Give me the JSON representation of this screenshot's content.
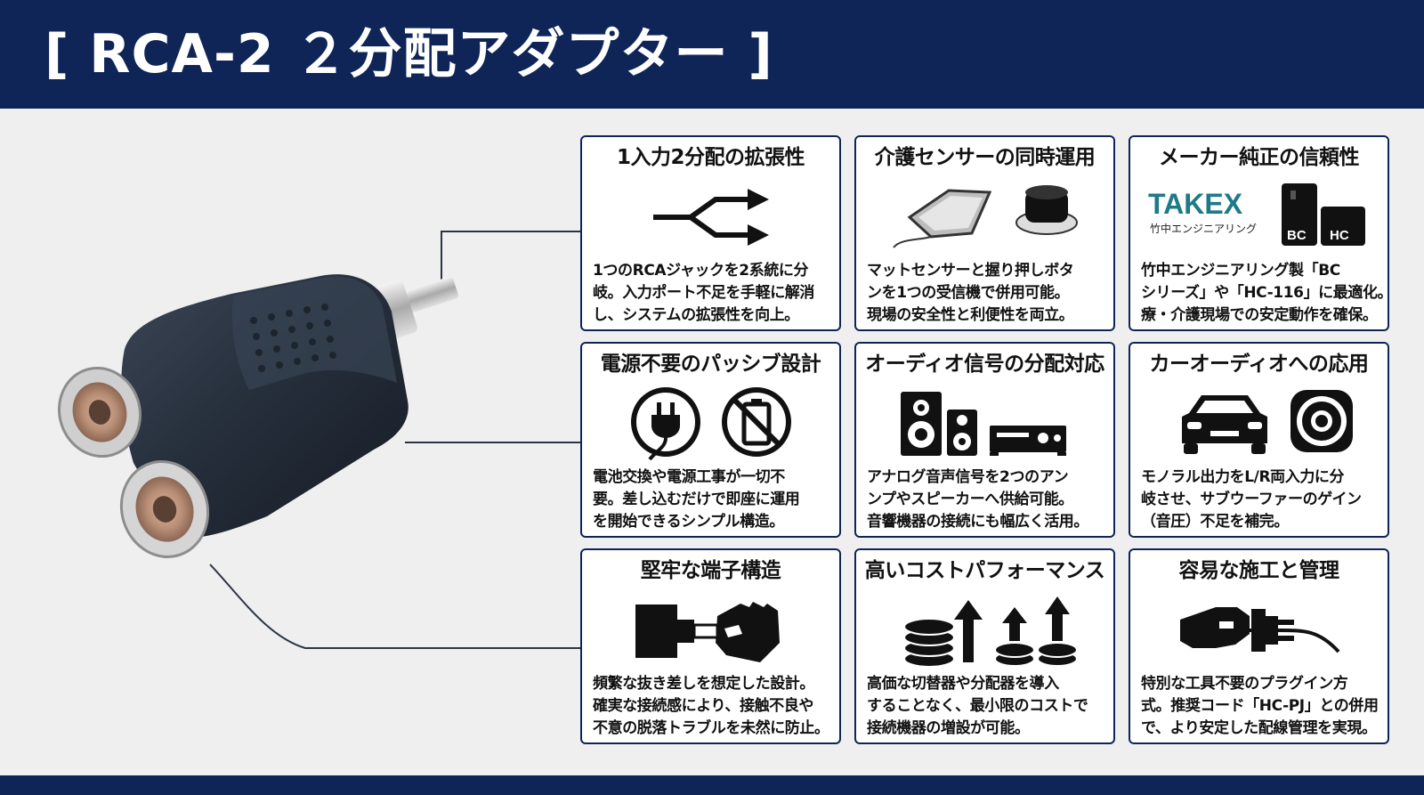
{
  "title": "[ RCA-2 ２分配アダプター ]",
  "features": [
    {
      "title": "1入力2分配の拡張性",
      "icon": "split-arrow-icon",
      "desc": [
        "1つのRCAジャックを2系統に分",
        "岐。入力ポート不足を手軽に解消",
        "し、システムの拡張性を向上。"
      ]
    },
    {
      "title": "介護センサーの同時運用",
      "icon": "mat-sensor-icon",
      "desc": [
        "マットセンサーと握り押しボタ",
        "ンを1つの受信機で併用可能。",
        "現場の安全性と利便性を両立。"
      ]
    },
    {
      "title": "メーカー純正の信頼性",
      "icon": "takex-logo",
      "logo_text": "TAKEX",
      "logo_sub": "竹中エンジニアリング",
      "badge_left": "BC",
      "badge_right": "HC",
      "desc": [
        "竹中エンジニアリング製「BC",
        "シリーズ」や「HC-116」に最適化。",
        "療・介護現場での安定動作を確保。"
      ]
    },
    {
      "title": "電源不要のパッシブ設計",
      "icon": "no-power-icon",
      "desc": [
        "電池交換や電源工事が一切不",
        "要。差し込むだけで即座に運用",
        "を開始できるシンプル構造。"
      ]
    },
    {
      "title": "オーディオ信号の分配対応",
      "icon": "audio-speaker-icon",
      "desc": [
        "アナログ音声信号を2つのアン",
        "ンプやスピーカーへ供給可能。",
        "音響機器の接続にも幅広く活用。"
      ]
    },
    {
      "title": "カーオーディオへの応用",
      "icon": "car-audio-icon",
      "desc": [
        "モノラル出力をL/R両入力に分",
        "岐させ、サブウーファーのゲイン",
        "（音圧）不足を補完。"
      ]
    },
    {
      "title": "堅牢な端子構造",
      "icon": "robust-plug-icon",
      "desc": [
        "頻繁な抜き差しを想定した設計。",
        "確実な接続感により、接触不良や",
        "不意の脱落トラブルを未然に防止。"
      ]
    },
    {
      "title": "高いコストパフォーマンス",
      "icon": "cost-coins-icon",
      "desc": [
        "高価な切替器や分配器を導入",
        "することなく、最小限のコストで",
        "接続機器の増設が可能。"
      ]
    },
    {
      "title": "容易な施工と管理",
      "icon": "easy-plugin-icon",
      "desc": [
        "特別な工具不要のプラグイン方",
        "式。推奨コード「HC-PJ」との併用",
        "で、より安定した配線管理を実現。"
      ]
    }
  ],
  "colors": {
    "navy": "#0f2557",
    "background": "#efefef",
    "card": "#ffffff",
    "logo_teal": "#1d7a86"
  }
}
